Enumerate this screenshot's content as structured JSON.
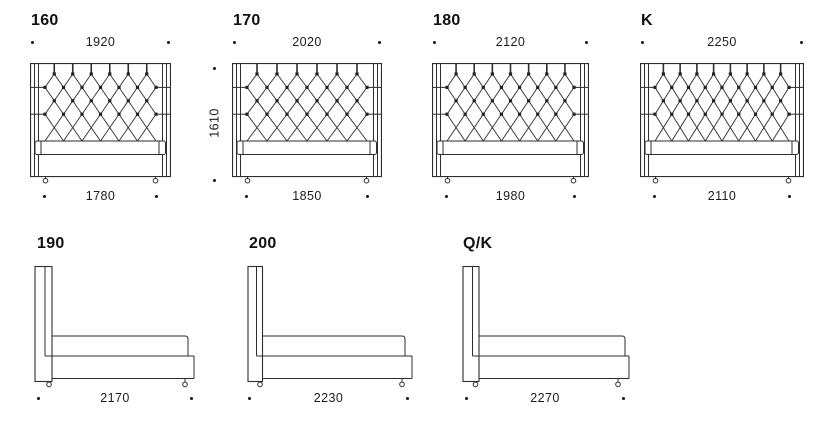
{
  "front_views": [
    {
      "label": "160",
      "width_top": "1920",
      "width_bottom": "1780"
    },
    {
      "label": "170",
      "width_top": "2020",
      "width_bottom": "1850"
    },
    {
      "label": "180",
      "width_top": "2120",
      "width_bottom": "1980"
    },
    {
      "label": "K",
      "width_top": "2250",
      "width_bottom": "2110"
    }
  ],
  "height_dim": "1610",
  "side_views": [
    {
      "label": "190",
      "length": "2170"
    },
    {
      "label": "200",
      "length": "2230"
    },
    {
      "label": "Q/K",
      "length": "2270"
    }
  ],
  "colors": {
    "line": "#2e2e2e",
    "text": "#1c1c1c",
    "background": "#ffffff"
  }
}
